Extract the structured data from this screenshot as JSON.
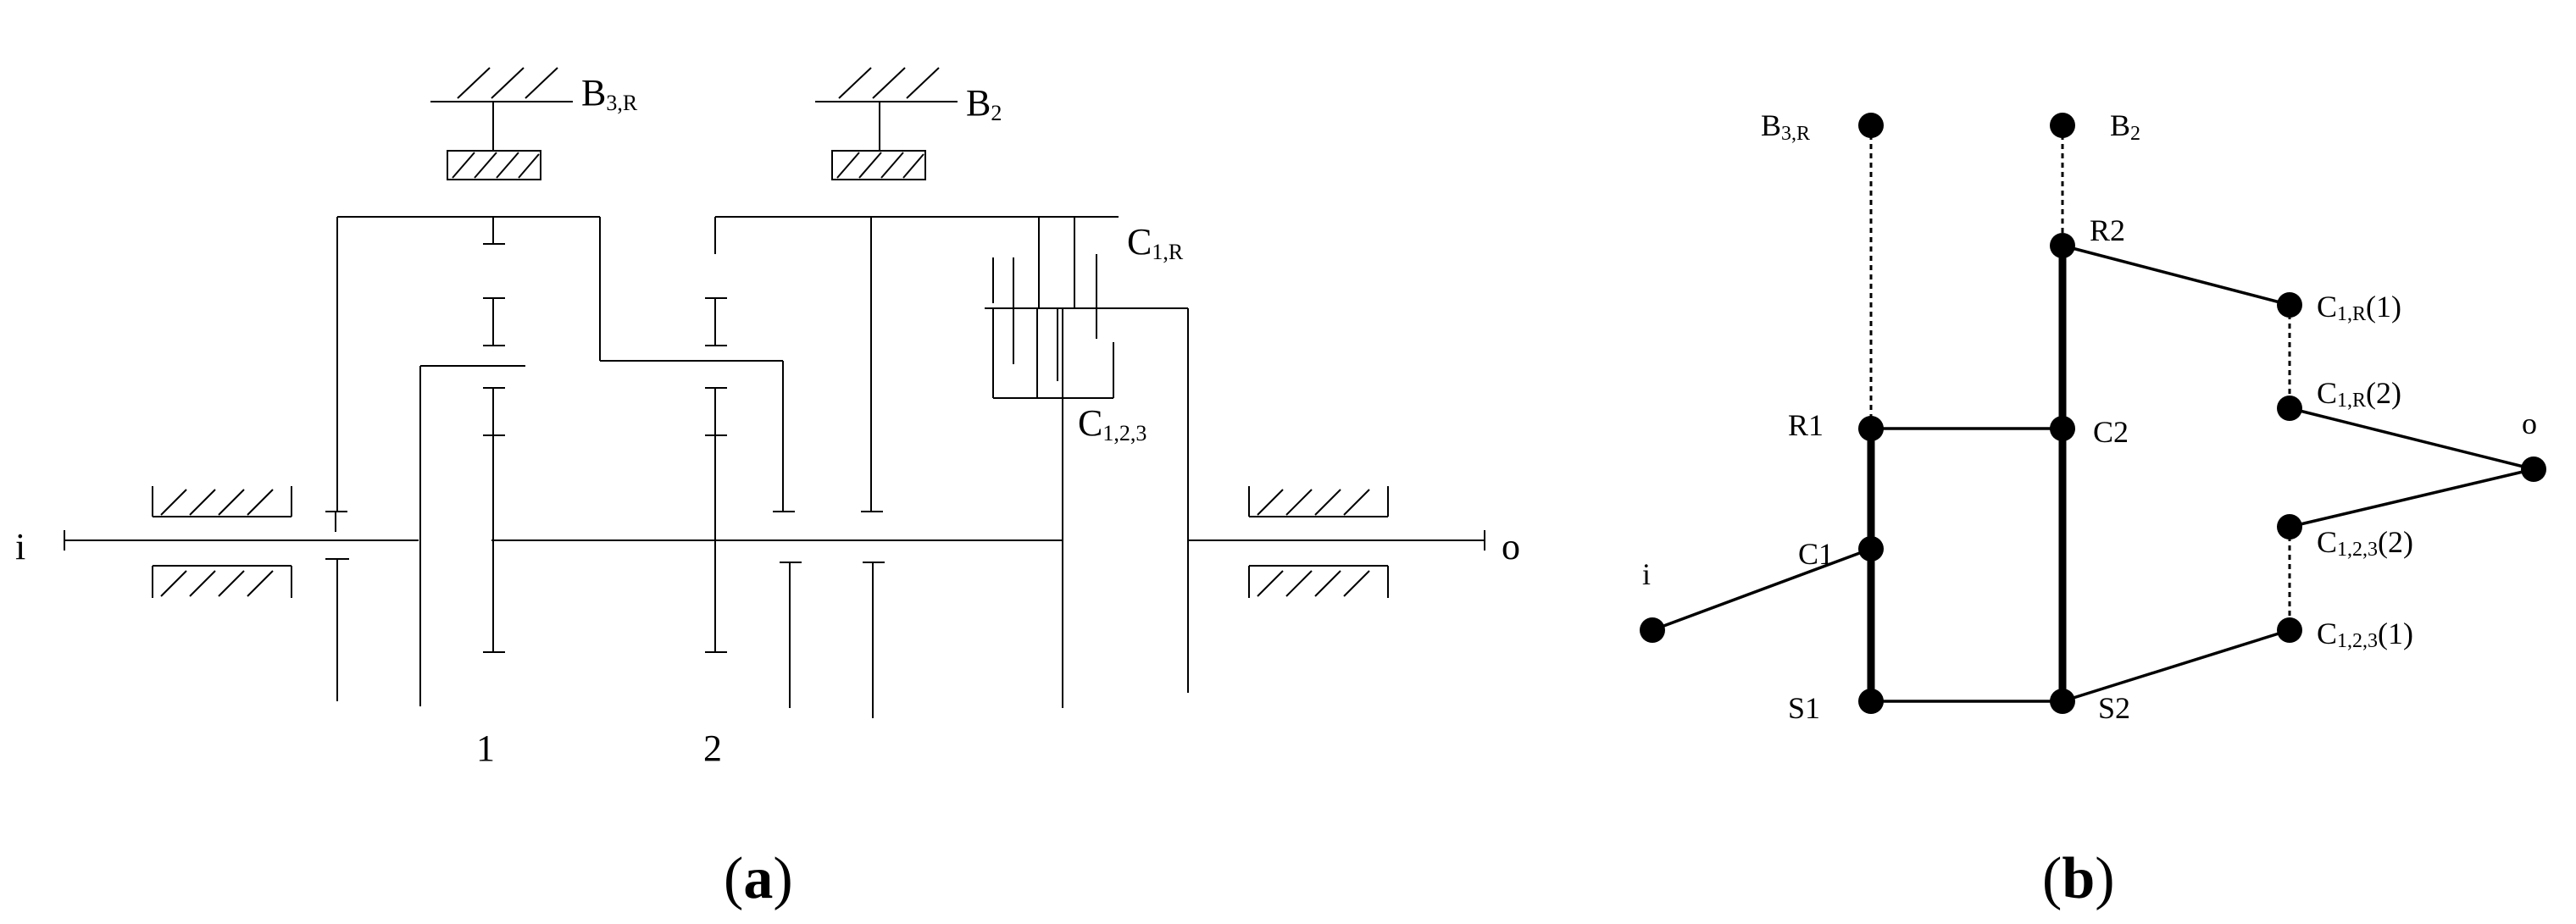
{
  "panel_a": {
    "labels": {
      "b3r_main": "B",
      "b3r_sub": "3,R",
      "b2_main": "B",
      "b2_sub": "2",
      "c1r_main": "C",
      "c1r_sub": "1,R",
      "c123_main": "C",
      "c123_sub": "1,2,3",
      "input": "i",
      "output": "o",
      "gearset1": "1",
      "gearset2": "2"
    },
    "caption": {
      "open": "(",
      "letter": "a",
      "close": ")"
    }
  },
  "panel_b": {
    "nodes": {
      "b3r_main": "B",
      "b3r_sub": "3,R",
      "b2_main": "B",
      "b2_sub": "2",
      "r1": "R1",
      "r2": "R2",
      "c1": "C1",
      "c2": "C2",
      "s1": "S1",
      "s2": "S2",
      "i": "i",
      "o": "o",
      "c1r1_main": "C",
      "c1r1_sub": "1,R",
      "c1r1_tail": "(1)",
      "c1r2_main": "C",
      "c1r2_sub": "1,R",
      "c1r2_tail": "(2)",
      "c1232_main": "C",
      "c1232_sub": "1,2,3",
      "c1232_tail": "(2)",
      "c1231_main": "C",
      "c1231_sub": "1,2,3",
      "c1231_tail": "(1)"
    },
    "caption": {
      "open": "(",
      "letter": "b",
      "close": ")"
    }
  }
}
